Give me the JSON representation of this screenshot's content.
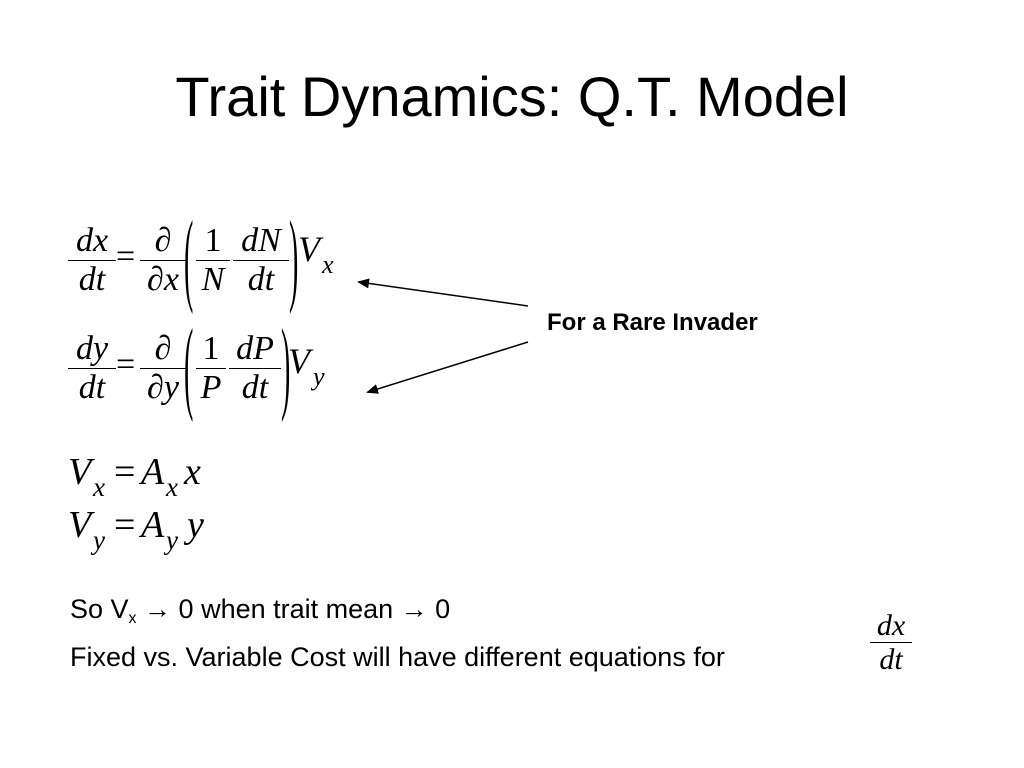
{
  "slide": {
    "title": "Trait Dynamics: Q.T. Model",
    "annotation": "For a Rare Invader",
    "notes": [
      {
        "prefix": "So V",
        "subscript": "x",
        "suffix": " → 0 when trait mean → 0"
      },
      {
        "text": "Fixed vs. Variable Cost will have different equations for"
      }
    ]
  },
  "equations": {
    "eq1": {
      "lhs_num": "dx",
      "lhs_den": "dt",
      "eq": "=",
      "partial_num": "∂",
      "partial_den": "∂x",
      "one": "1",
      "pop": "N",
      "dpop_num": "dN",
      "dpop_den": "dt",
      "var": "V",
      "var_sub": "x"
    },
    "eq2": {
      "lhs_num": "dy",
      "lhs_den": "dt",
      "eq": "=",
      "partial_num": "∂",
      "partial_den": "∂y",
      "one": "1",
      "pop": "P",
      "dpop_num": "dP",
      "dpop_den": "dt",
      "var": "V",
      "var_sub": "y"
    },
    "eq3": {
      "v": "V",
      "v_sub": "x",
      "eq": "=",
      "a": "A",
      "a_sub": "x",
      "tail": "x"
    },
    "eq4": {
      "v": "V",
      "v_sub": "y",
      "eq": "=",
      "a": "A",
      "a_sub": "y",
      "tail": "y"
    },
    "eq5": {
      "num": "dx",
      "den": "dt"
    }
  }
}
